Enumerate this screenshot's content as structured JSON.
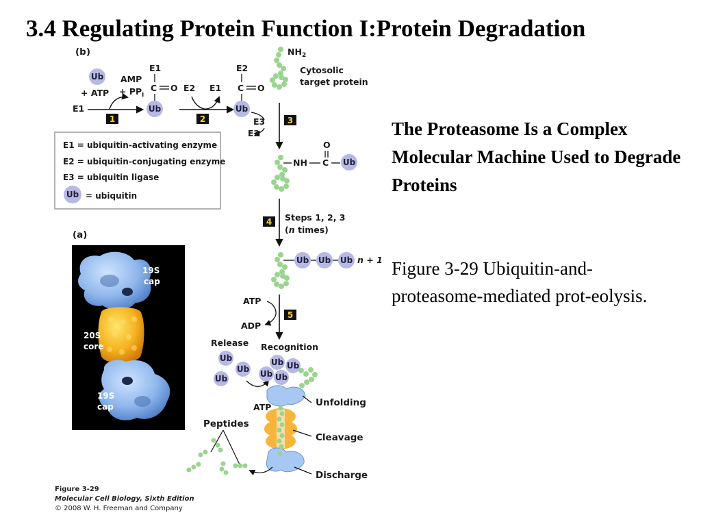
{
  "slide": {
    "title": "3.4 Regulating Protein Function I:Protein Degradation",
    "heading": "The Proteasome Is a Complex Molecular Machine Used to Degrade Proteins",
    "caption": "Figure 3-29 Ubiquitin-and-proteasome-mediated prot-eolysis."
  },
  "diagram": {
    "panel_b": "(b)",
    "panel_a": "(a)",
    "ub": "Ub",
    "atp": "+ ATP",
    "amp": "AMP",
    "ppi": "+ PP",
    "ppi_sub": "i",
    "e1": "E1",
    "e2": "E2",
    "e3": "E3",
    "c": "C",
    "o": "O",
    "nh": "NH",
    "nh2": "NH",
    "nh2_sub": "2",
    "target": [
      "Cytosolic",
      "target protein"
    ],
    "steps": [
      "1",
      "2",
      "3",
      "4",
      "5"
    ],
    "step4_label": "Steps 1, 2, 3",
    "step4_times_n": "n",
    "step4_times": " times)",
    "step4_paren": "(",
    "chain_suffix": "n + 1",
    "atp_short": "ATP",
    "adp": "ADP",
    "release": "Release",
    "recognition": "Recognition",
    "unfolding": "Unfolding",
    "cleavage": "Cleavage",
    "discharge": "Discharge",
    "peptides": "Peptides",
    "legend": [
      "E1 = ubiquitin-activating enzyme",
      "E2 = ubiquitin-conjugating enzyme",
      "E3 = ubiquitin ligase",
      "= ubiquitin"
    ],
    "proteasome": [
      "19S",
      "cap",
      "20S",
      "core",
      "19S",
      "cap"
    ]
  },
  "source": {
    "figure": "Figure 3-29",
    "book": "Molecular Cell Biology, Sixth Edition",
    "publisher": "© 2008 W. H. Freeman and Company"
  }
}
